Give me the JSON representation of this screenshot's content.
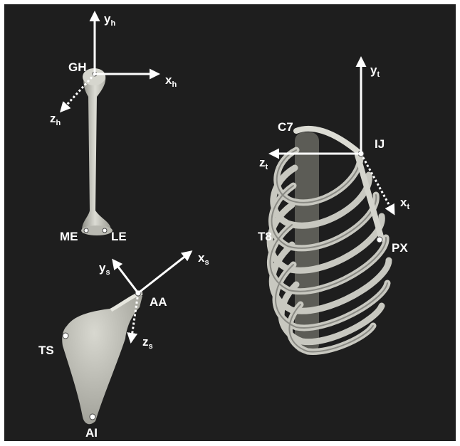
{
  "colors": {
    "background": "#1e1e1e",
    "bone": "#cfcfc8",
    "bone_shadow": "#8e8e86",
    "axis": "#ffffff"
  },
  "landmarks": {
    "humerus": {
      "gh": "GH",
      "me": "ME",
      "le": "LE"
    },
    "scapula": {
      "aa": "AA",
      "ts": "TS",
      "ai": "AI"
    },
    "thorax": {
      "c7": "C7",
      "ij": "IJ",
      "t8": "T8",
      "px": "PX"
    }
  },
  "axes": {
    "humerus": {
      "y": "y",
      "x": "x",
      "z": "z",
      "sub": "h"
    },
    "scapula": {
      "y": "y",
      "x": "x",
      "z": "z",
      "sub": "s"
    },
    "thorax": {
      "y": "y",
      "x": "x",
      "z": "z",
      "sub": "t"
    }
  }
}
